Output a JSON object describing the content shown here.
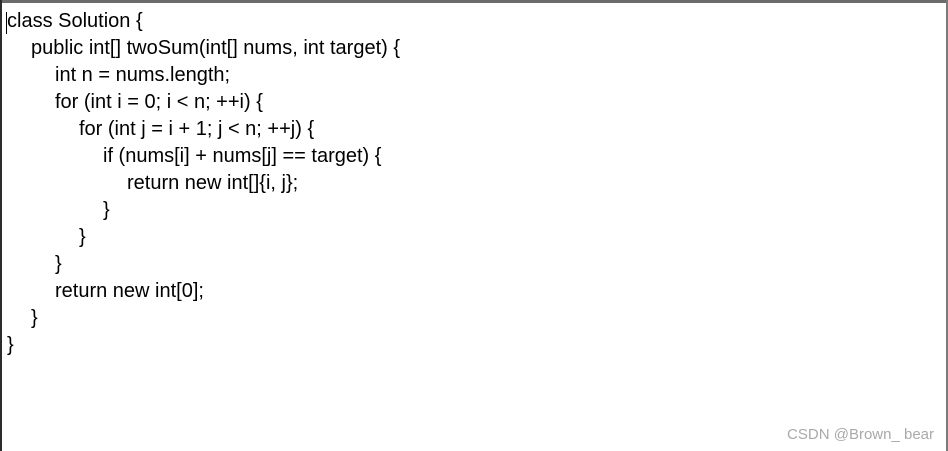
{
  "code_lines": [
    "class Solution {",
    "public int[] twoSum(int[] nums, int target) {",
    "int n = nums.length;",
    "for (int i = 0; i < n; ++i) {",
    "for (int j = i + 1; j < n; ++j) {",
    "if (nums[i] + nums[j] == target) {",
    "return new int[]{i, j};",
    "}",
    "}",
    "}",
    "return new int[0];",
    "}",
    "}"
  ],
  "watermark": "CSDN @Brown_ bear"
}
